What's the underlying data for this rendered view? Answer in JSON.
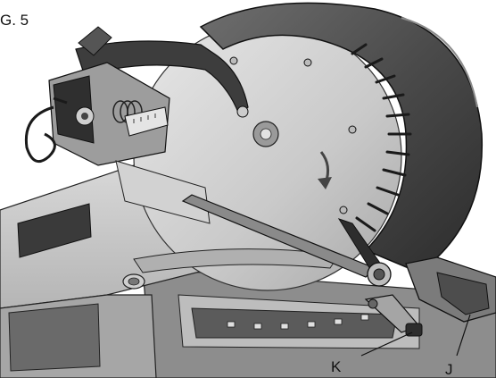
{
  "figure": {
    "caption": "G. 5",
    "callouts": [
      {
        "id": "K",
        "label": "K"
      },
      {
        "id": "J",
        "label": "J"
      }
    ]
  }
}
